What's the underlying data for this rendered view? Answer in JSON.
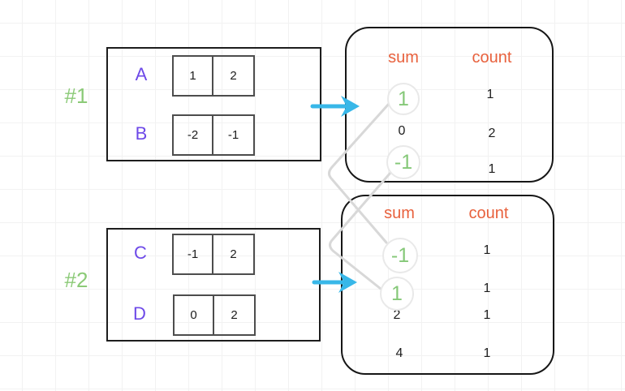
{
  "diagram": {
    "groups": [
      {
        "tag": "#1",
        "rows": [
          {
            "label": "A",
            "cells": [
              "1",
              "2"
            ]
          },
          {
            "label": "B",
            "cells": [
              "-2",
              "-1"
            ]
          }
        ],
        "result": {
          "sum_header": "sum",
          "count_header": "count",
          "rows": [
            {
              "sum": "1",
              "count": "1",
              "highlighted": true
            },
            {
              "sum": "0",
              "count": "2",
              "highlighted": false
            },
            {
              "sum": "-1",
              "count": "1",
              "highlighted": true
            }
          ]
        }
      },
      {
        "tag": "#2",
        "rows": [
          {
            "label": "C",
            "cells": [
              "-1",
              "2"
            ]
          },
          {
            "label": "D",
            "cells": [
              "0",
              "2"
            ]
          }
        ],
        "result": {
          "sum_header": "sum",
          "count_header": "count",
          "rows": [
            {
              "sum": "-1",
              "count": "1",
              "highlighted": true
            },
            {
              "sum": "1",
              "count": "1",
              "highlighted": true
            },
            {
              "sum": "2",
              "count": "1",
              "highlighted": false
            },
            {
              "sum": "4",
              "count": "1",
              "highlighted": false
            }
          ]
        }
      }
    ],
    "connections": [
      {
        "from": "group1-sum-1",
        "to": "group2-sum-neg1"
      },
      {
        "from": "group1-sum-neg1",
        "to": "group2-sum-1"
      }
    ],
    "colors": {
      "group_tag_green": "#8bca77",
      "row_label_purple": "#6d49e8",
      "result_header_orange": "#e8613d",
      "highlight_green": "#85c878",
      "arrow_blue": "#38b7e8",
      "connector_gray": "#d8d8d8",
      "box_border": "#1d1d1d",
      "cell_border": "#4d4d4d"
    }
  }
}
